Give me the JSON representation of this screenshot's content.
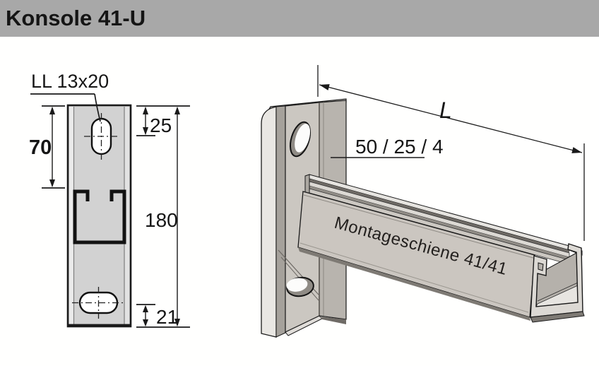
{
  "header": {
    "title": "Konsole 41-U"
  },
  "front_view": {
    "slot_label": "LL 13x20",
    "dims": {
      "top_offset": "70",
      "slot_center": "25",
      "total_height": "180",
      "bottom_offset": "21"
    }
  },
  "iso_view": {
    "length_label": "L",
    "profile_label": "50 / 25 / 4",
    "rail_label": "Montageschiene 41/41"
  },
  "colors": {
    "title_bar": "#a8a8a8",
    "page_background": "#fffffe",
    "drawing_fill": "#d2d2d2",
    "line": "#1a1a1a",
    "metal_light": "#e6e4e0",
    "metal_mid": "#cbc6c0",
    "metal_dark": "#b6b2ac",
    "metal_shadow": "#7e7a74"
  }
}
